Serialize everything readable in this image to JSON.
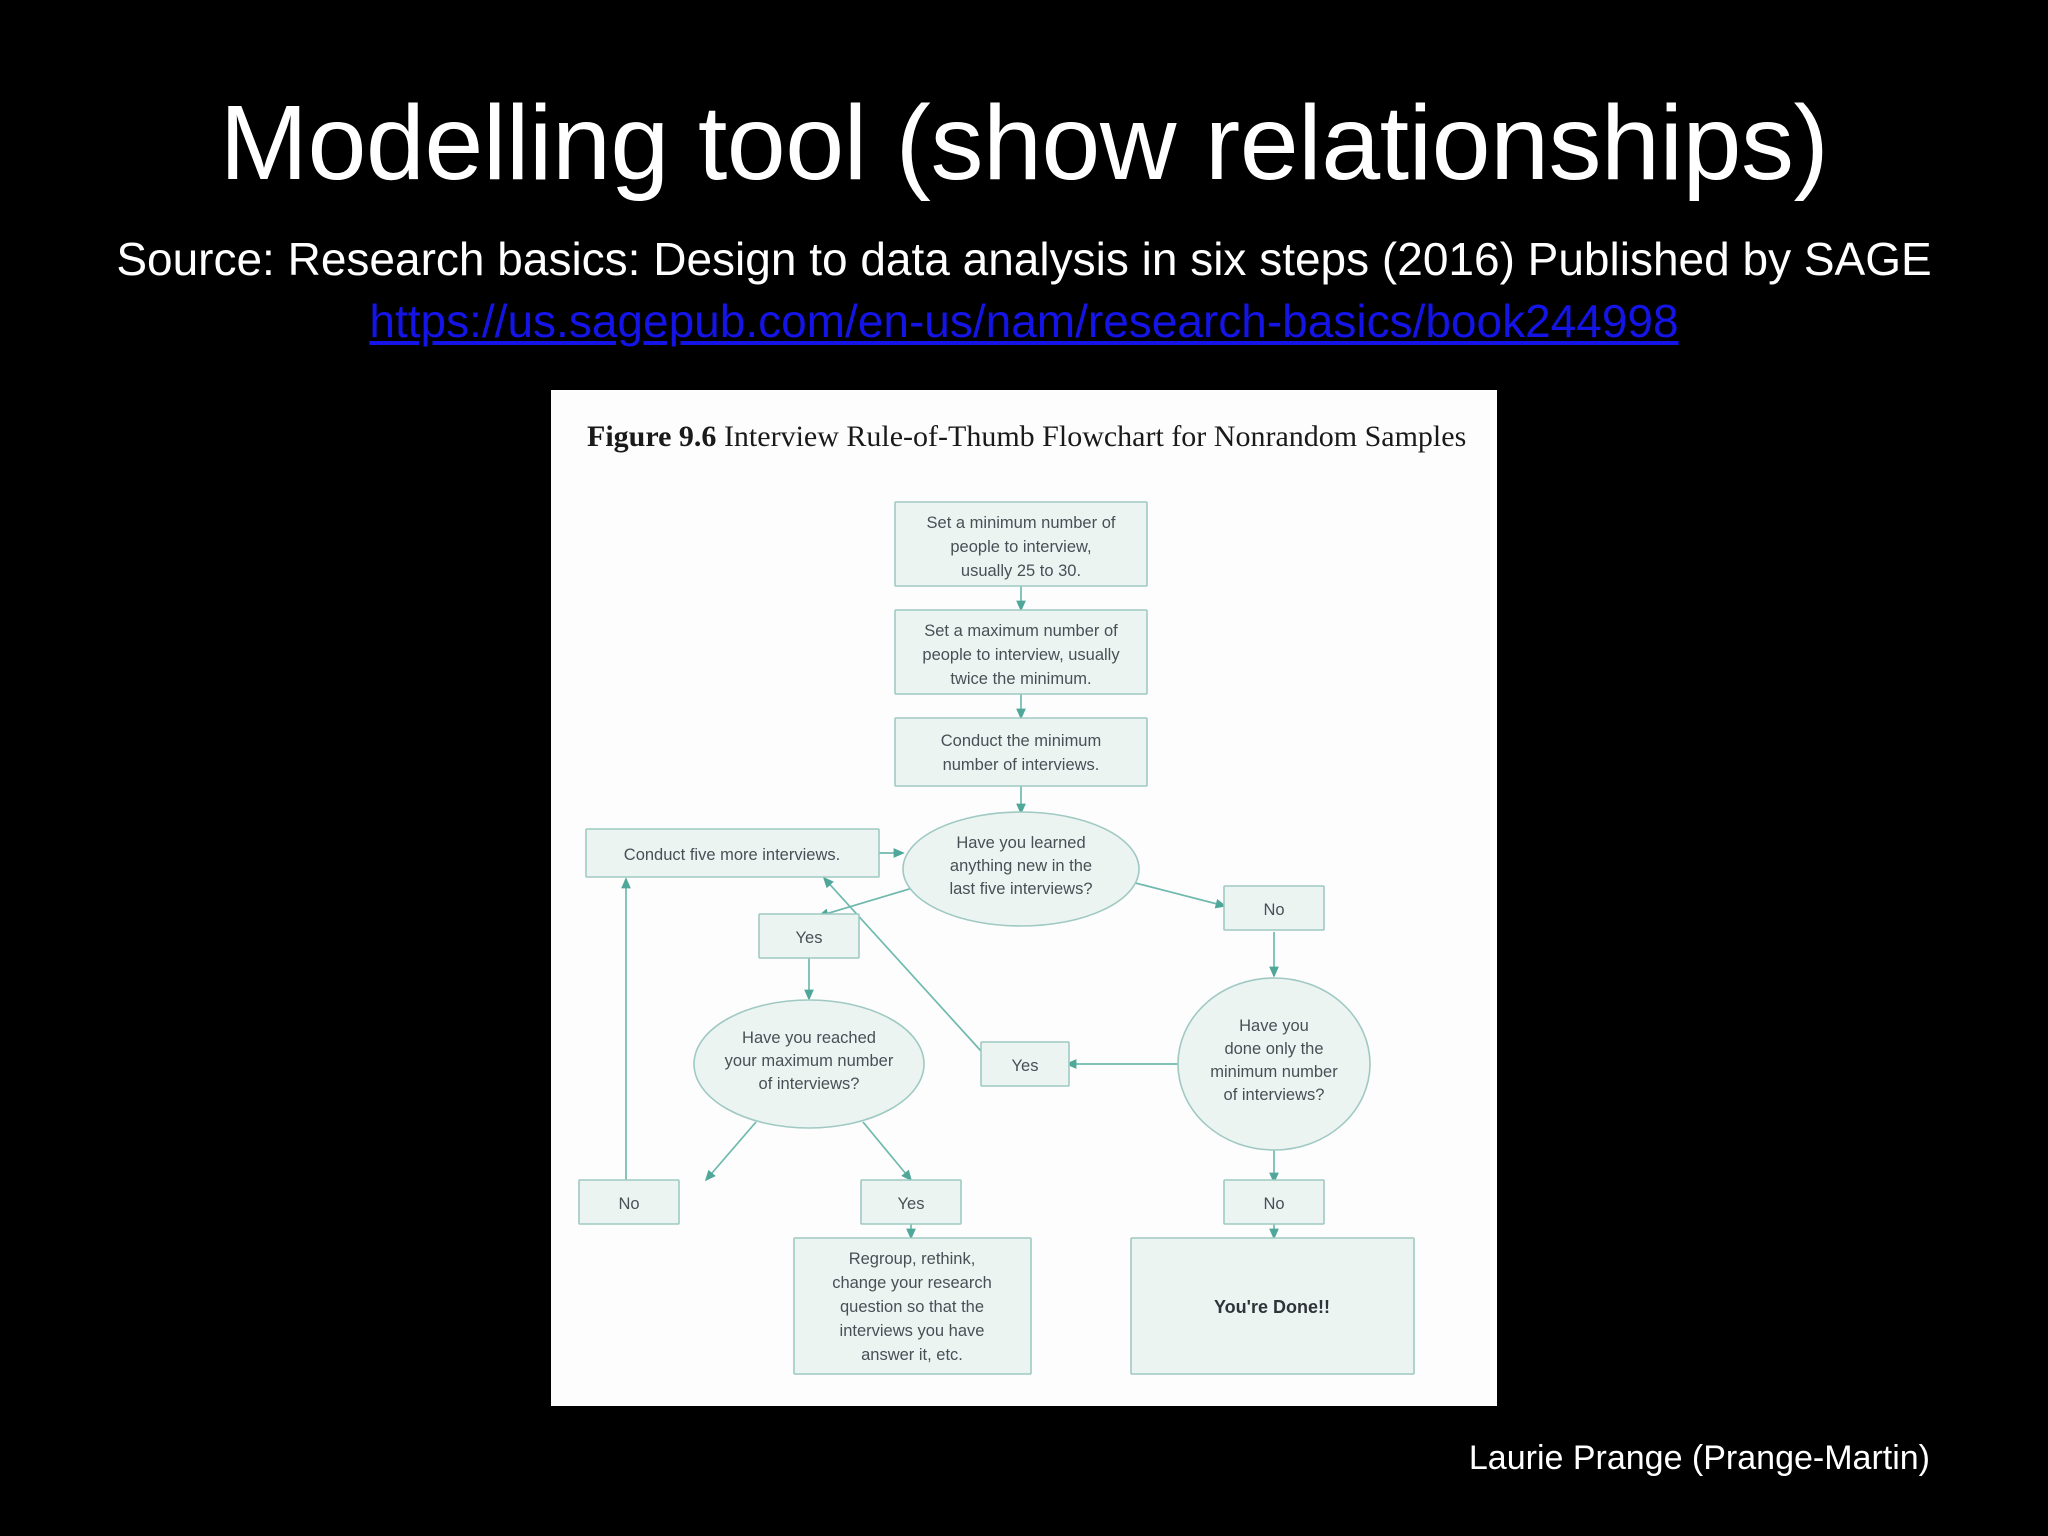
{
  "slide": {
    "background_color": "#000000",
    "title": "Modelling tool (show relationships)",
    "subtitle": "Source: Research basics: Design to data analysis in six steps (2016) Published by SAGE",
    "source_url": "https://us.sagepub.com/en-us/nam/research-basics/book244998",
    "link_color": "#1414e6",
    "footer": "Laurie Prange (Prange-Martin)"
  },
  "figure": {
    "label": "Figure 9.6",
    "caption": " Interview Rule-of-Thumb Flowchart for Nonrandom Samples",
    "panel_color": "#fdfdfd",
    "node_fill": "#ecf4f2",
    "node_stroke": "#9fc9c2",
    "edge_color": "#6fb9ae"
  },
  "chart_data": {
    "type": "diagram",
    "title": "Figure 9.6 Interview Rule-of-Thumb Flowchart for Nonrandom Samples",
    "nodes": [
      {
        "id": "n1",
        "shape": "box",
        "text": "Set a minimum number of people to interview, usually 25 to 30."
      },
      {
        "id": "n2",
        "shape": "box",
        "text": "Set a maximum number of people to interview, usually twice the minimum."
      },
      {
        "id": "n3",
        "shape": "box",
        "text": "Conduct the minimum number of interviews."
      },
      {
        "id": "d1",
        "shape": "ellipse",
        "text": "Have you learned anything new in the last five interviews?"
      },
      {
        "id": "n4",
        "shape": "box",
        "text": "Conduct five more interviews."
      },
      {
        "id": "y1",
        "shape": "box",
        "text": "Yes"
      },
      {
        "id": "no1",
        "shape": "box",
        "text": "No"
      },
      {
        "id": "d2",
        "shape": "ellipse",
        "text": "Have you reached your maximum number of interviews?"
      },
      {
        "id": "d3",
        "shape": "ellipse",
        "text": "Have you done only the minimum number of interviews?"
      },
      {
        "id": "y2",
        "shape": "box",
        "text": "Yes"
      },
      {
        "id": "no2",
        "shape": "box",
        "text": "No"
      },
      {
        "id": "y3",
        "shape": "box",
        "text": "Yes"
      },
      {
        "id": "no3",
        "shape": "box",
        "text": "No"
      },
      {
        "id": "n5",
        "shape": "box",
        "text": "Regroup, rethink, change your research question so that the interviews you have answer it, etc."
      },
      {
        "id": "n6",
        "shape": "box",
        "text": "You're Done!!"
      }
    ],
    "edges": [
      {
        "from": "n1",
        "to": "n2"
      },
      {
        "from": "n2",
        "to": "n3"
      },
      {
        "from": "n3",
        "to": "d1"
      },
      {
        "from": "n4",
        "to": "d1"
      },
      {
        "from": "d1",
        "to": "y1"
      },
      {
        "from": "d1",
        "to": "no1"
      },
      {
        "from": "y1",
        "to": "d2"
      },
      {
        "from": "no1",
        "to": "d3"
      },
      {
        "from": "d3",
        "to": "y2"
      },
      {
        "from": "y2",
        "to": "n4"
      },
      {
        "from": "d3",
        "to": "no3"
      },
      {
        "from": "no3",
        "to": "n6"
      },
      {
        "from": "d2",
        "to": "no2"
      },
      {
        "from": "d2",
        "to": "y3"
      },
      {
        "from": "no2",
        "to": "n4"
      },
      {
        "from": "y3",
        "to": "n5"
      }
    ],
    "node_labels": {
      "n1_l1": "Set a minimum number of",
      "n1_l2": "people to interview,",
      "n1_l3": "usually 25 to 30.",
      "n2_l1": "Set a maximum number of",
      "n2_l2": "people to interview, usually",
      "n2_l3": "twice the minimum.",
      "n3_l1": "Conduct the minimum",
      "n3_l2": "number of interviews.",
      "d1_l1": "Have you learned",
      "d1_l2": "anything new in the",
      "d1_l3": "last five interviews?",
      "n4_l1": "Conduct five more interviews.",
      "y1": "Yes",
      "no1": "No",
      "d2_l1": "Have you reached",
      "d2_l2": "your maximum number",
      "d2_l3": "of interviews?",
      "d3_l1": "Have you",
      "d3_l2": "done only the",
      "d3_l3": "minimum number",
      "d3_l4": "of interviews?",
      "y2": "Yes",
      "no2": "No",
      "y3": "Yes",
      "no3": "No",
      "n5_l1": "Regroup, rethink,",
      "n5_l2": "change your research",
      "n5_l3": "question so that the",
      "n5_l4": "interviews you have",
      "n5_l5": "answer it, etc.",
      "n6": "You're Done!!"
    }
  }
}
